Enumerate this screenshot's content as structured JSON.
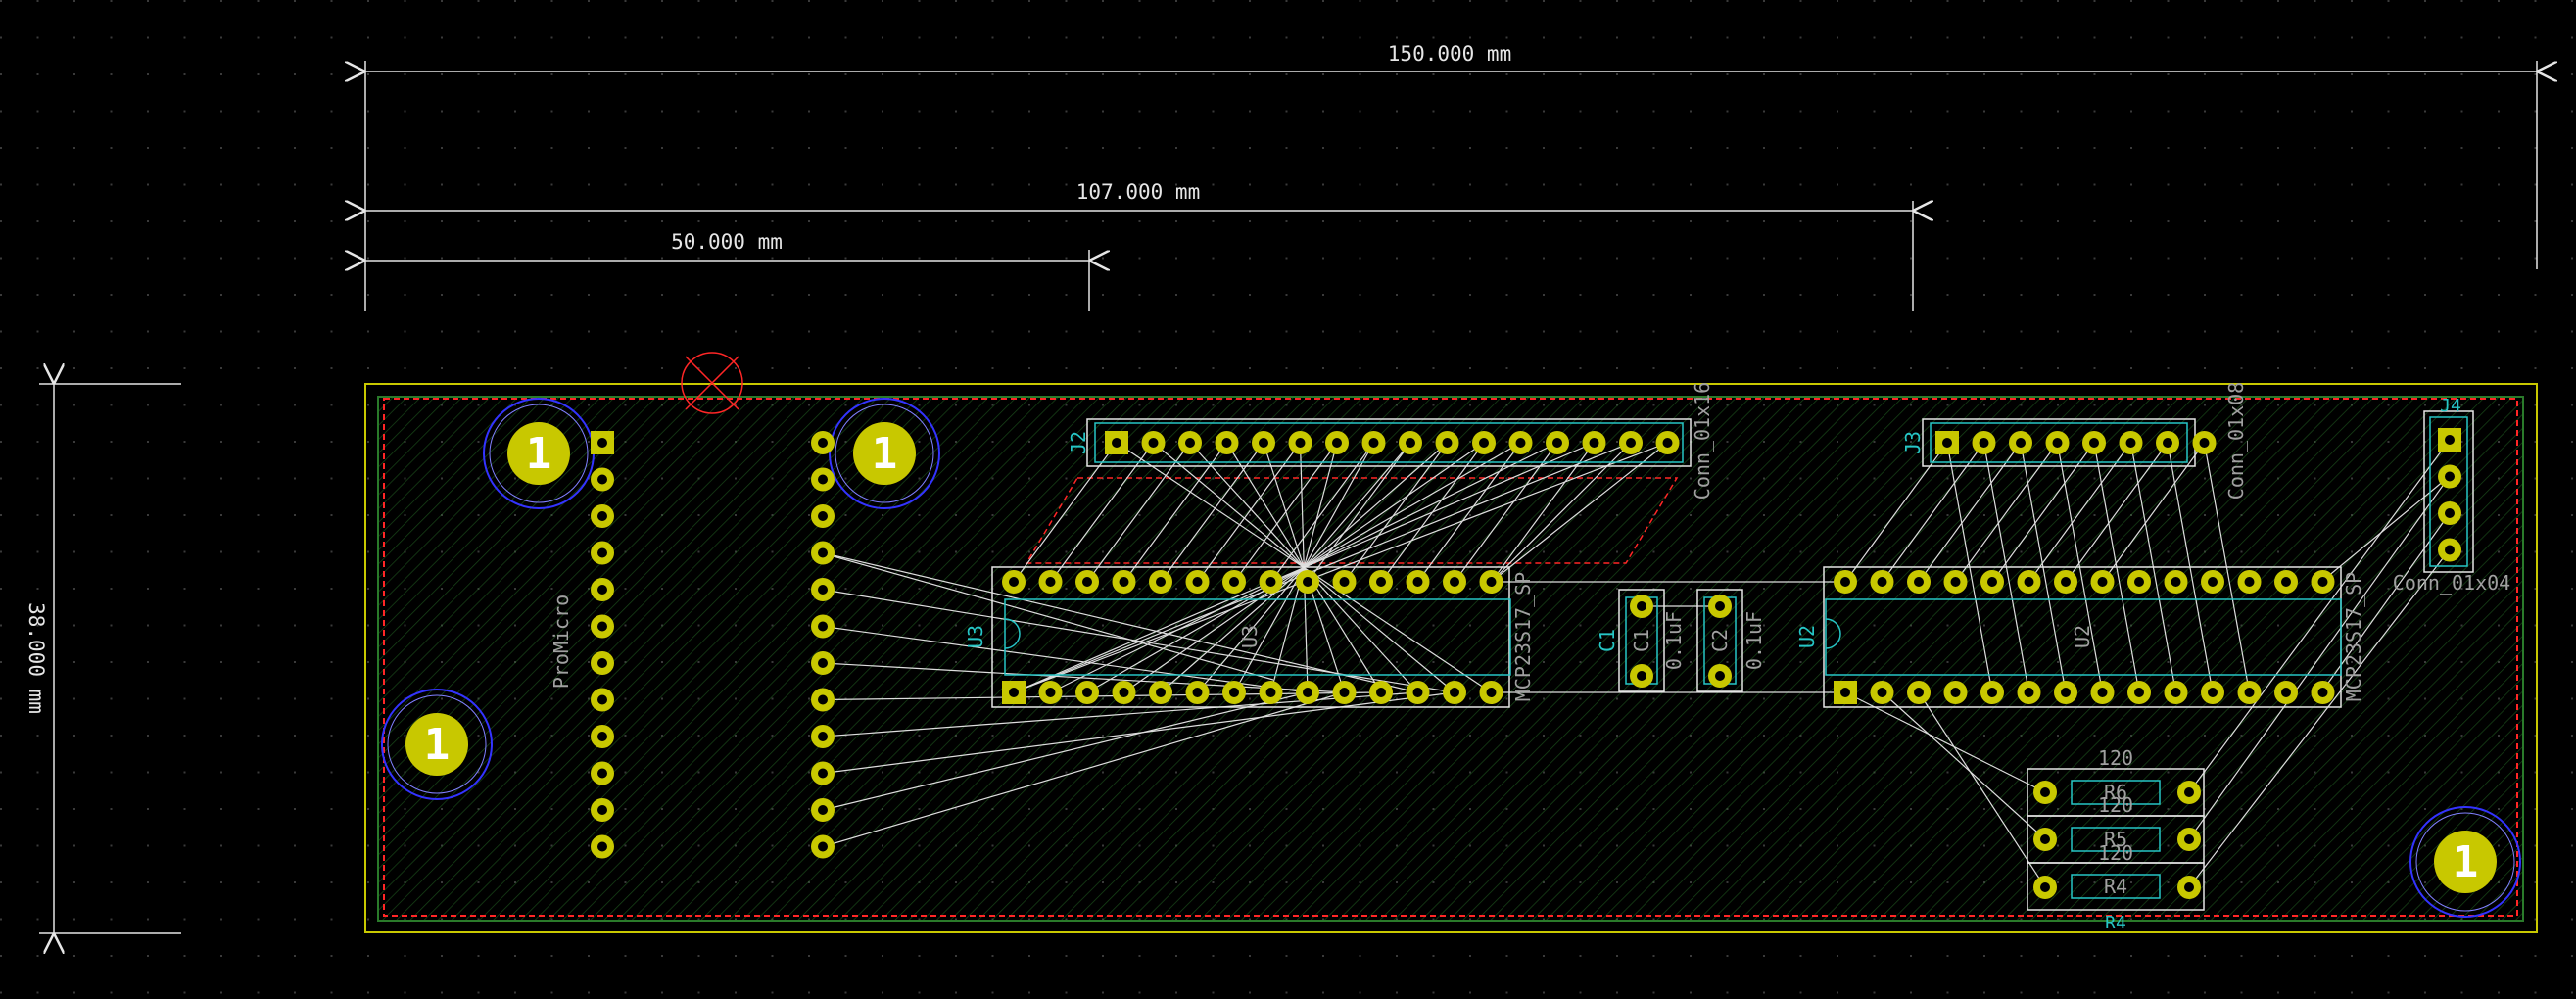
{
  "dimensions": {
    "width_150": "150.000 mm",
    "width_107": "107.000 mm",
    "width_50": "50.000 mm",
    "height_38": "38.000 mm"
  },
  "mounting_hole_label": "1",
  "components": {
    "promicro": "ProMicro",
    "j2_ref": "J2",
    "j2_value": "Conn_01x16",
    "j3_ref": "J3",
    "j3_value": "Conn_01x08",
    "j4_ref": "J4",
    "j4_value": "Conn_01x04",
    "u3_ref": "U3",
    "u3_value": "MCP23S17_SP",
    "u2_ref": "U2",
    "u2_value": "MCP23S17_SP",
    "c1_ref": "C1",
    "c1_value": "0.1uF",
    "c2_ref": "C2",
    "c2_value": "0.1uF",
    "r6_ref": "R6",
    "r5_ref": "R5",
    "r4_ref": "R4",
    "r_value": "120"
  },
  "colors": {
    "background": "#000000",
    "grid": "#3a3a3a",
    "dimension": "#e6e6e6",
    "edge_cuts": "#c8c800",
    "courtyard": "#ff2626",
    "silkscreen_value": "#a0a0a0",
    "fab_outline": "#26c6c6",
    "pad": "#c8c800",
    "pad_hole": "#000000",
    "ratsnest": "#dddddd",
    "hole_ring": "#3333ff",
    "fill_zone": "#2a7a2a"
  }
}
